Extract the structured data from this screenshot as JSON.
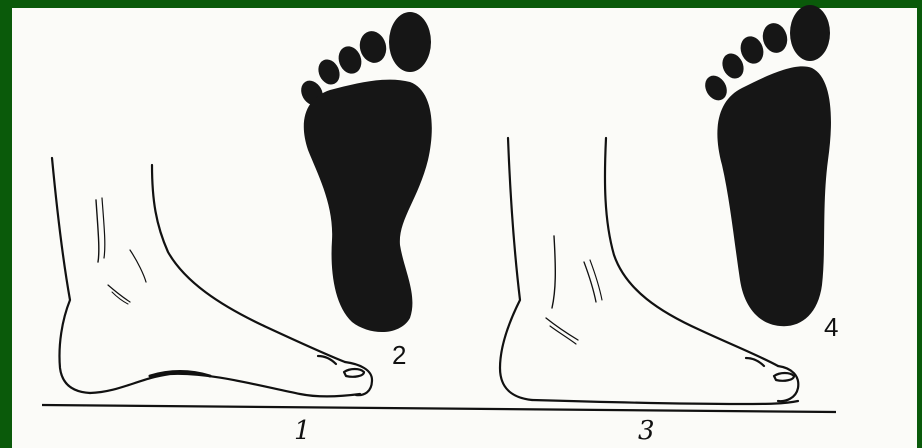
{
  "figure": {
    "labels": {
      "foot_side_normal": "1",
      "footprint_normal": "2",
      "foot_side_flat": "3",
      "footprint_flat": "4"
    },
    "colors": {
      "border": "#0a5a0a",
      "paper": "#fbfbf8",
      "ink": "#111111"
    }
  }
}
